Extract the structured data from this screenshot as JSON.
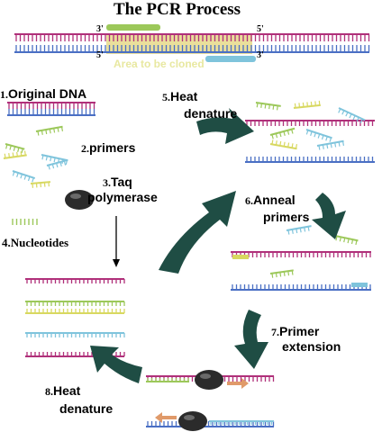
{
  "title": "The PCR Process",
  "top_strand": {
    "end_top_left": "3'",
    "end_top_right": "5'",
    "end_bottom_left": "5'",
    "end_bottom_right": "3'",
    "region_label": "Area to be cloned"
  },
  "steps": [
    {
      "number": "1.",
      "label": "Original DNA"
    },
    {
      "number": "2.",
      "label": "primers"
    },
    {
      "number": "3.",
      "label_line1": "Taq",
      "label_line2": "polymerase"
    },
    {
      "number": "4.",
      "label": "Nucleotides"
    },
    {
      "number": "5.",
      "label_line1": "Heat",
      "label_line2": "denature"
    },
    {
      "number": "6.",
      "label_line1": "Anneal",
      "label_line2": "primers"
    },
    {
      "number": "7.",
      "label_line1": "Primer",
      "label_line2": "extension"
    },
    {
      "number": "8.",
      "label_line1": "Heat",
      "label_line2": "denature"
    }
  ],
  "colors": {
    "strand_magenta": "#b0307a",
    "strand_blue": "#4a6fc4",
    "primer_green": "#9cc85a",
    "primer_blue": "#7fc4dc",
    "primer_yellow": "#d8d860",
    "region_fill": "#e6d98a",
    "arrow_teal": "#1f4d44",
    "polymerase": "#2b2b2b"
  }
}
